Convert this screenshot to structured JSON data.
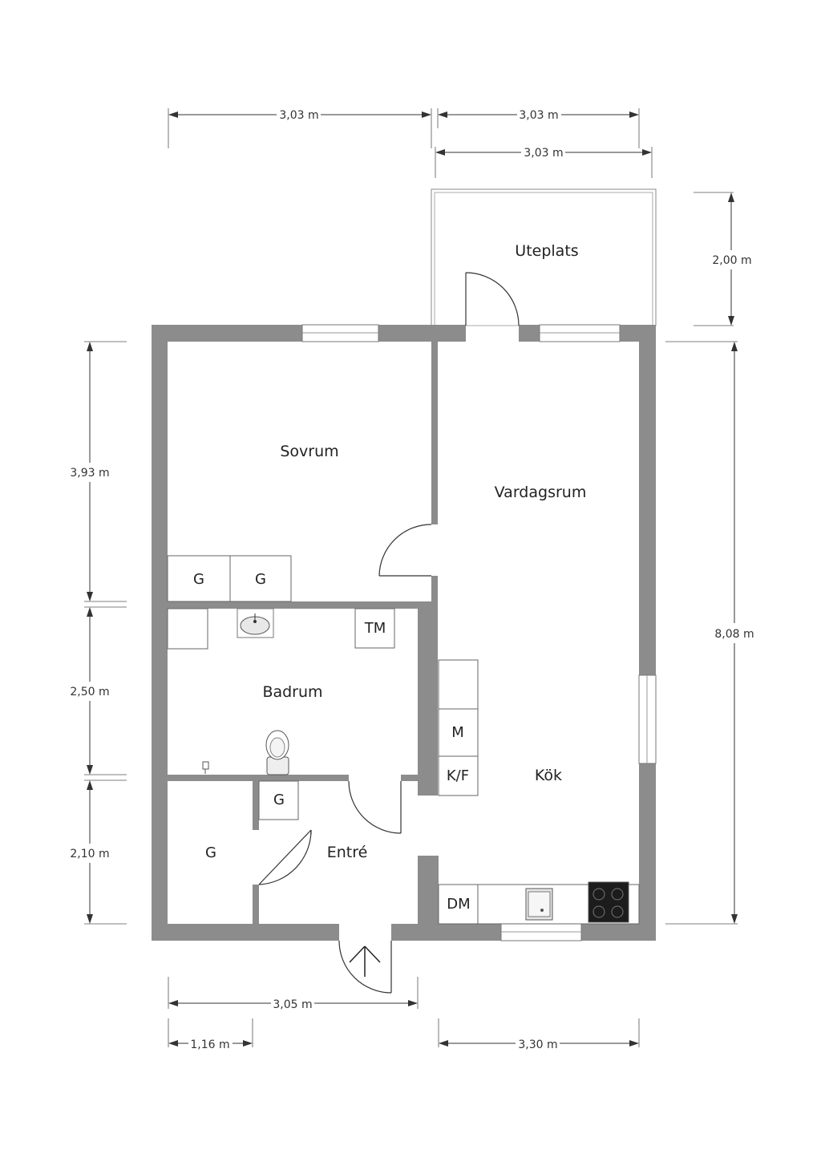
{
  "rooms": {
    "uteplats": "Uteplats",
    "sovrum": "Sovrum",
    "vardagsrum": "Vardagsrum",
    "badrum": "Badrum",
    "kok": "Kök",
    "entre": "Entré"
  },
  "fixtures": {
    "closet_1": "G",
    "closet_2": "G",
    "closet_entry_small": "G",
    "closet_entry_large": "G",
    "washer": "TM",
    "microwave": "M",
    "fridge_freezer": "K/F",
    "dishwasher": "DM"
  },
  "dimensions": {
    "top_left_width": "3,03 m",
    "top_right_width": "3,03 m",
    "uteplats_width": "3,03 m",
    "uteplats_depth": "2,00 m",
    "sovrum_height": "3,93 m",
    "badrum_height": "2,50 m",
    "entre_height": "2,10 m",
    "total_height": "8,08 m",
    "bottom_left_width": "3,05 m",
    "closet_width": "1,16 m",
    "kok_width": "3,30 m"
  },
  "colors": {
    "wall": "#8c8c8c",
    "line": "#333333",
    "background": "#ffffff"
  }
}
